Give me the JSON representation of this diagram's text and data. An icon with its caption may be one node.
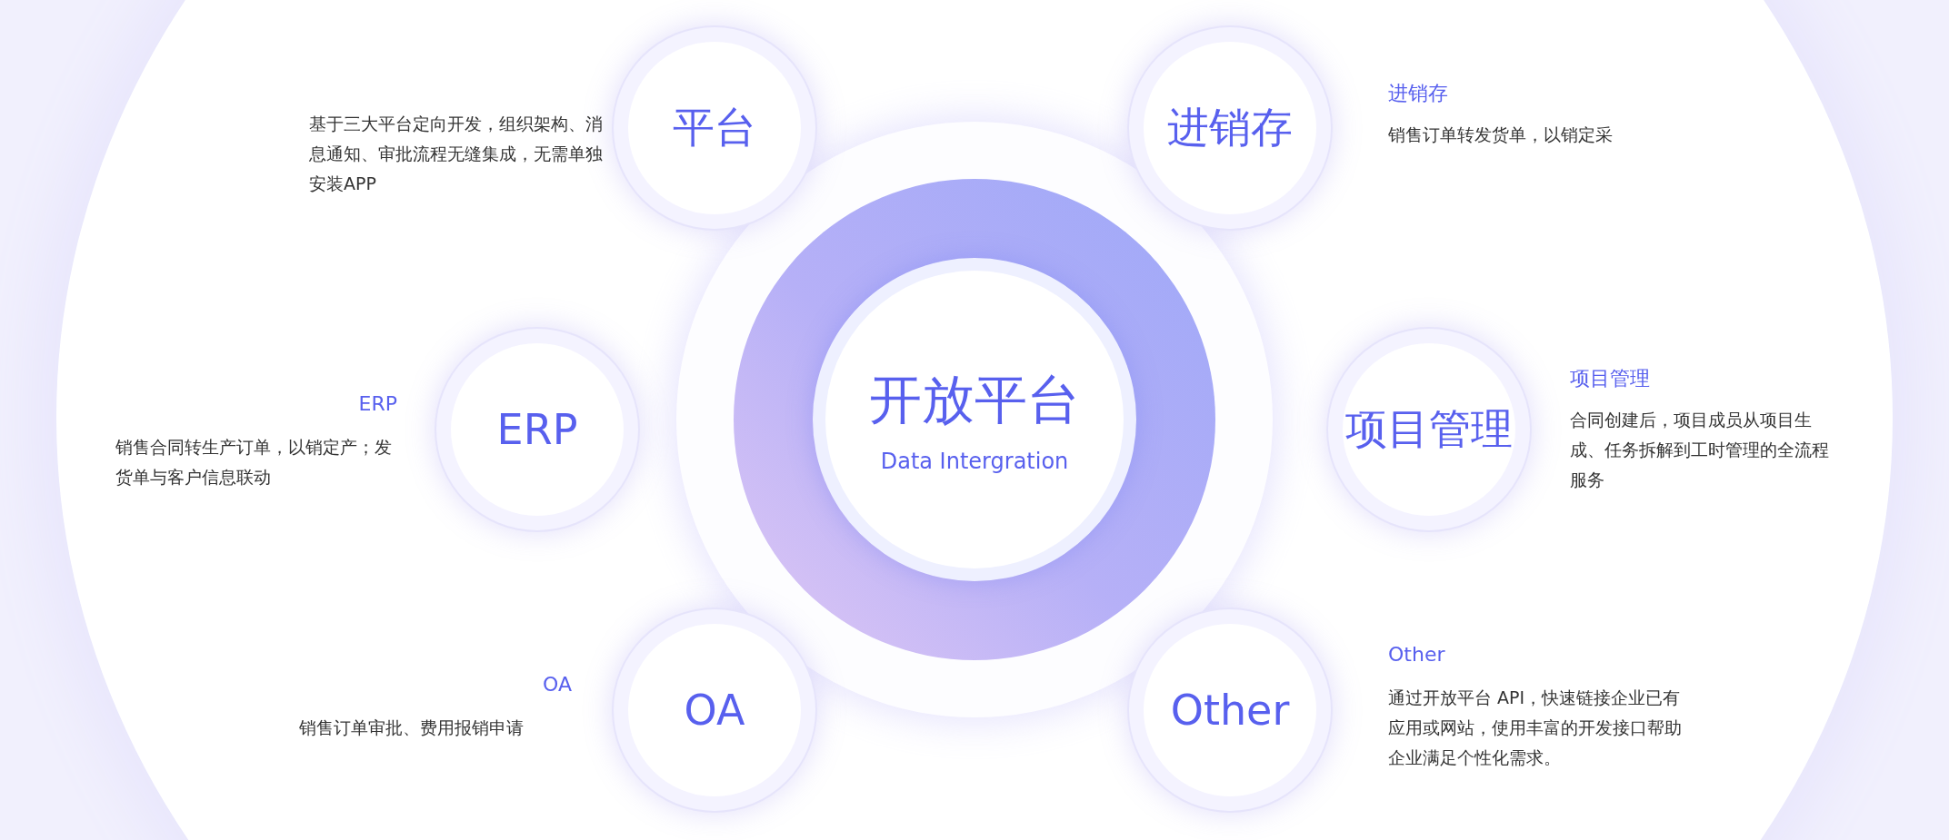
{
  "diagram": {
    "nodes": [
      {
        "text": [
          "开放平台",
          "Data Intergration"
        ]
      },
      {
        "text": [
          "平台"
        ],
        "beside": [
          "基于三大平台定向开发，组织架构、消息通知、审批流程无缝集成，无需单独安装APP"
        ]
      },
      {
        "text": [
          "进销存"
        ],
        "beside": [
          "进销存",
          "销售订单转发货单，以销定采"
        ]
      },
      {
        "text": [
          "ERP"
        ],
        "beside": [
          "ERP",
          "销售合同转生产订单，以销定产；发货单与客户信息联动"
        ]
      },
      {
        "text": [
          "项目管理"
        ],
        "beside": [
          "项目管理",
          "合同创建后，项目成员从项目生成、任务拆解到工时管理的全流程服务"
        ]
      },
      {
        "text": [
          "OA"
        ],
        "beside": [
          "OA",
          "销售订单审批、费用报销申请"
        ]
      },
      {
        "text": [
          "Other"
        ],
        "beside": [
          "Other",
          "通过开放平台 API，快速链接企业已有应用或网站，使用丰富的开发接口帮助企业满足个性化需求。"
        ]
      }
    ]
  }
}
